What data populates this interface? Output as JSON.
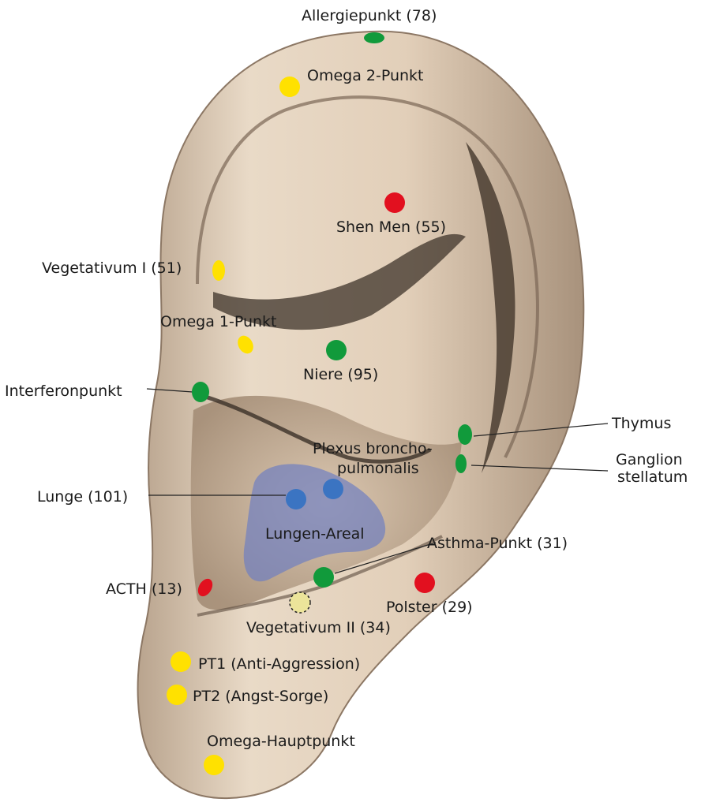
{
  "colors": {
    "skin": "#e4d2bd",
    "skin_shadow": "#8f7a66",
    "fold_dark": "#3b3128",
    "lung_area": "#6f7fc0",
    "green_point": "#119a3b",
    "yellow_point": "#ffe100",
    "red_point": "#e2101f",
    "blue_point": "#3b74c2",
    "dashed_point": "#ece49a",
    "leader_line": "#222222"
  },
  "labels": {
    "allergie": "Allergiepunkt (78)",
    "omega2": "Omega 2-Punkt",
    "shenmen": "Shen Men (55)",
    "veg1": "Vegetativum I (51)",
    "omega1": "Omega 1-Punkt",
    "niere": "Niere (95)",
    "interferon": "Interferonpunkt",
    "thymus": "Thymus",
    "ganglion_1": "Ganglion",
    "ganglion_2": "stellatum",
    "plexus_1": "Plexus broncho-",
    "plexus_2": "pulmonalis",
    "lunge": "Lunge (101)",
    "lungenareal": "Lungen-Areal",
    "asthma": "Asthma-Punkt (31)",
    "acth": "ACTH (13)",
    "polster": "Polster (29)",
    "veg2": "Vegetativum II (34)",
    "pt1": "PT1 (Anti-Aggression)",
    "pt2": "PT2 (Angst-Sorge)",
    "omega_haupt": "Omega-Hauptpunkt"
  }
}
